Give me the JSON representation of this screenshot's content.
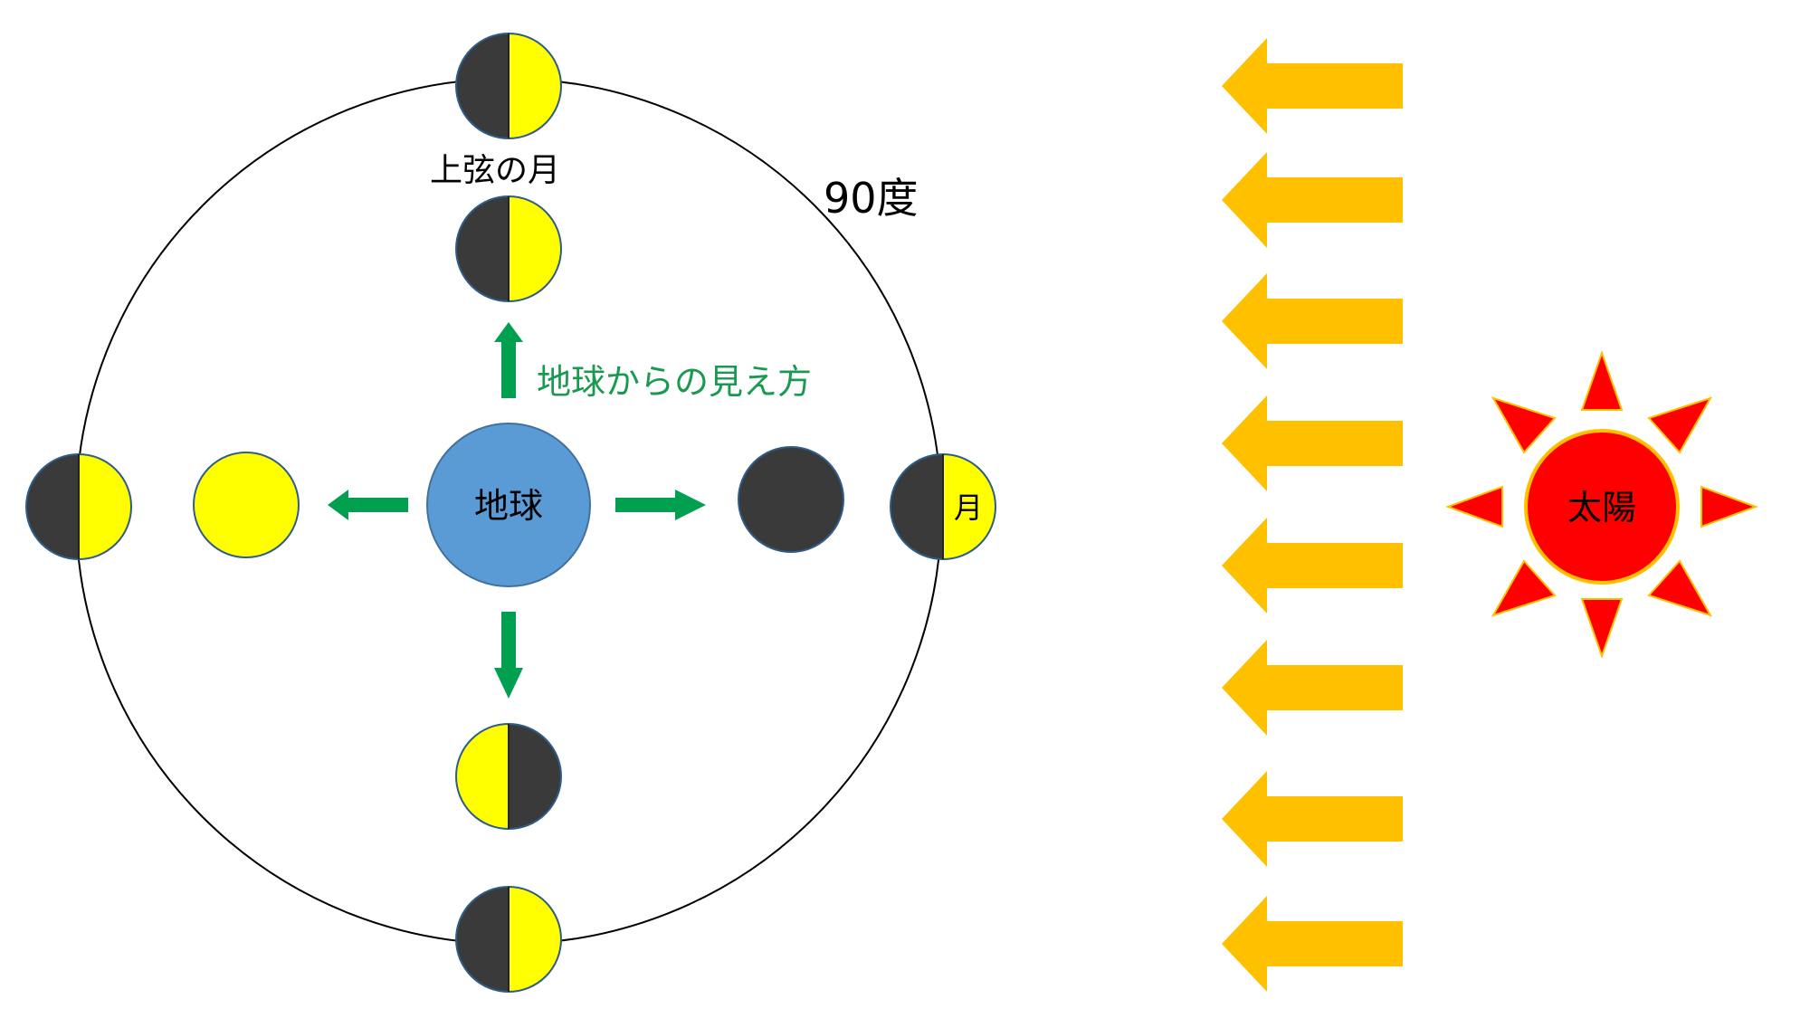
{
  "labels": {
    "first_quarter": "上弦の月",
    "angle": "90度",
    "view_from_earth": "地球からの見え方",
    "earth": "地球",
    "moon": "月",
    "sun": "太陽"
  },
  "colors": {
    "moon_lit": "#ffff00",
    "moon_dark": "#3a3a3a",
    "earth": "#5b9bd5",
    "sunlight_arrow": "#ffc000",
    "view_arrow": "#00a050",
    "sun": "#ff0000",
    "orbit": "#000000",
    "label_green": "#1a9a50"
  },
  "icons": {
    "sun": "sun-icon",
    "sunlight": "left-arrow-icon",
    "view_direction": "arrow-icon"
  }
}
